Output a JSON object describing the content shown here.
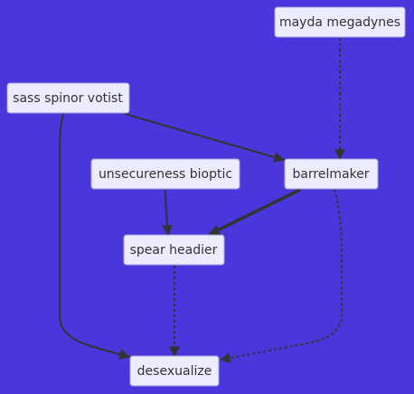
{
  "diagram": {
    "type": "flowchart",
    "background": "#4a37dc",
    "node_fill": "#ececfe",
    "node_border": "#a5a3d9",
    "edge_color": "#333333",
    "nodes": {
      "mayda": {
        "label": "mayda megadynes"
      },
      "sass": {
        "label": "sass spinor votist"
      },
      "unsec": {
        "label": "unsecureness bioptic"
      },
      "barrel": {
        "label": "barrelmaker"
      },
      "spear": {
        "label": "spear headier"
      },
      "desex": {
        "label": "desexualize"
      }
    },
    "edges": [
      {
        "from": "mayda",
        "to": "barrel",
        "style": "dotted"
      },
      {
        "from": "sass",
        "to": "barrel",
        "style": "solid"
      },
      {
        "from": "sass",
        "to": "desex",
        "style": "solid"
      },
      {
        "from": "unsec",
        "to": "spear",
        "style": "solid"
      },
      {
        "from": "barrel",
        "to": "spear",
        "style": "thick"
      },
      {
        "from": "barrel",
        "to": "desex",
        "style": "dotted"
      },
      {
        "from": "spear",
        "to": "desex",
        "style": "dotted"
      }
    ]
  }
}
